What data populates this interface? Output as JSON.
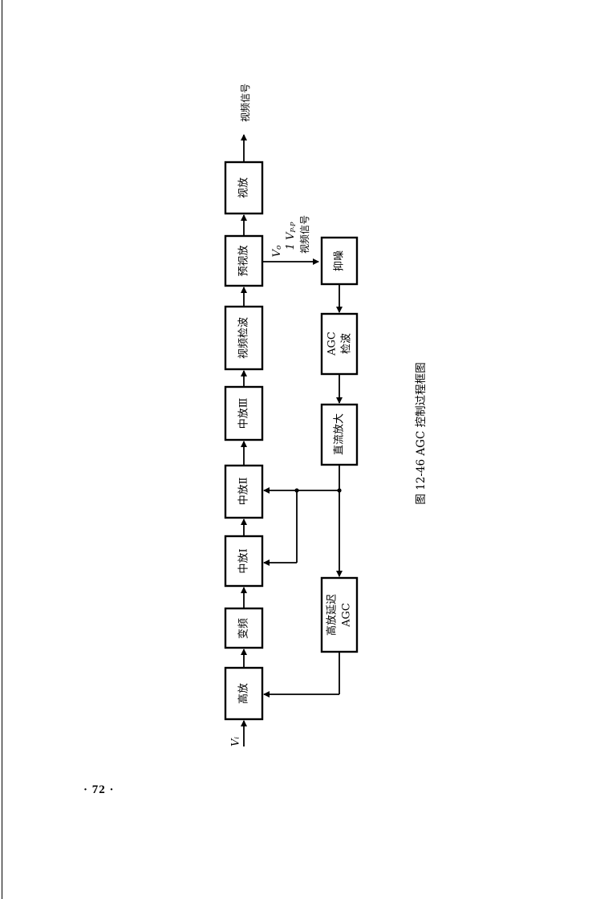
{
  "blocks": {
    "rf_amp": "高放",
    "mixer": "变频",
    "if1": "中放Ⅰ",
    "if2": "中放Ⅱ",
    "if3": "中放Ⅲ",
    "video_det": "视频检波",
    "pre_video": "预视放",
    "video_amp": "视放",
    "noise": "抑噪",
    "agc_det_line1": "AGC",
    "agc_det_line2": "检波",
    "dc_amp": "直流放大",
    "delayed_agc_line1": "高放延迟",
    "delayed_agc_line2": "AGC"
  },
  "labels": {
    "input": "Vᵢ",
    "output": "视频信号",
    "vo": "V",
    "vo_sub": "o",
    "vpp": "1 V",
    "vpp_sub": "P-P",
    "video_signal": "视频信号"
  },
  "caption": "图 12-46   AGC 控制过程框图",
  "page_number": "· 72 ·"
}
